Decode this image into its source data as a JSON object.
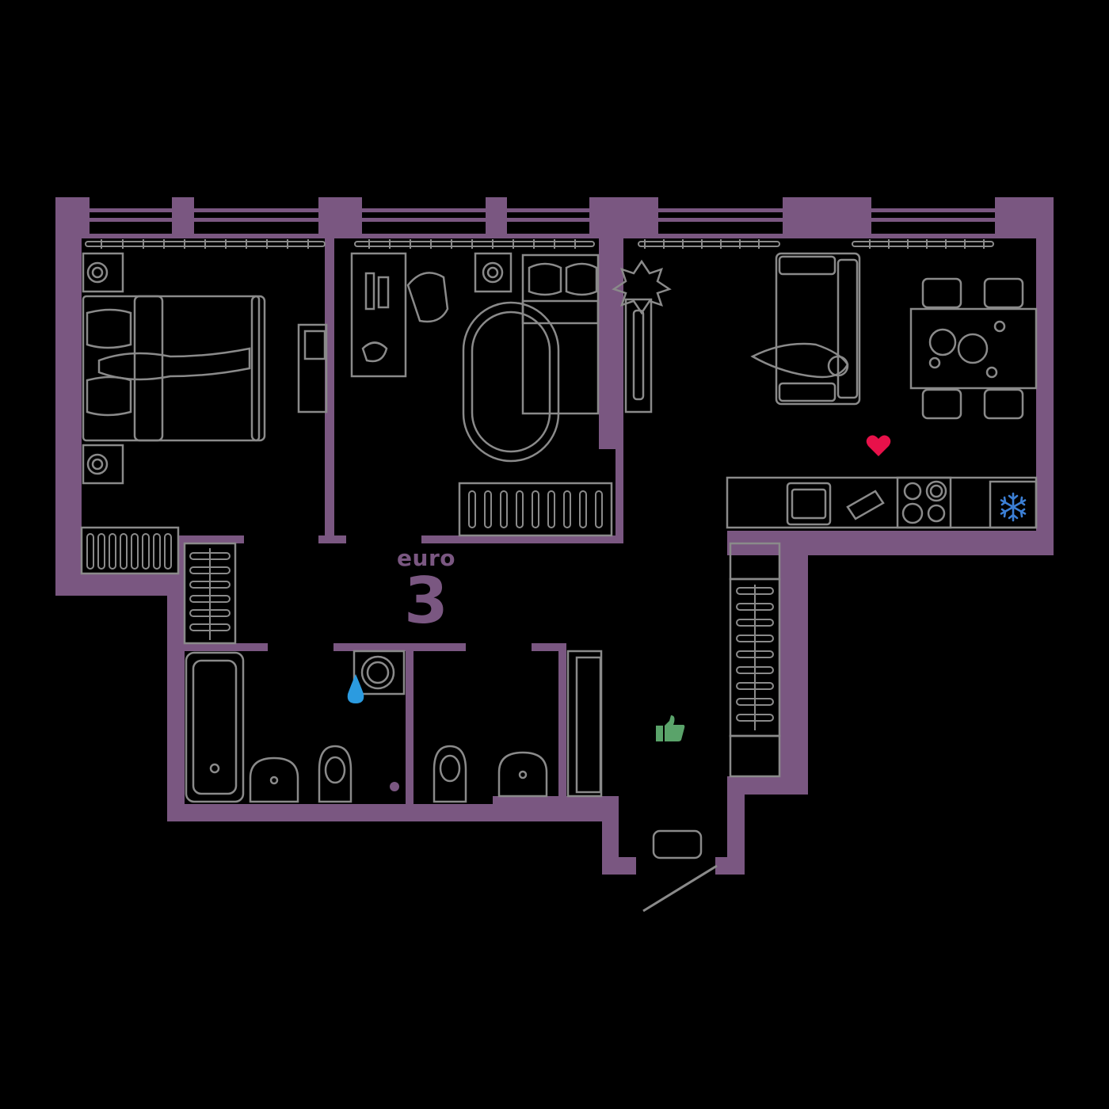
{
  "plan": {
    "type_label": "euro",
    "rooms_label": "3",
    "colors": {
      "background": "#000000",
      "wall": "#7a5781",
      "furniture_stroke": "#8a8a8a",
      "heart": "#e8114a",
      "snowflake": "#3c7fd4",
      "water_drop": "#2b9be0",
      "thumbs_up": "#5aa36a"
    }
  },
  "markers": [
    {
      "name": "heart-icon",
      "room": "living-kitchen"
    },
    {
      "name": "snowflake-icon",
      "room": "kitchen-fridge"
    },
    {
      "name": "water-drop-icon",
      "room": "bathroom-laundry"
    },
    {
      "name": "thumbs-up-icon",
      "room": "hallway"
    }
  ],
  "rooms": [
    {
      "id": "bedroom-1"
    },
    {
      "id": "bedroom-2"
    },
    {
      "id": "living-kitchen"
    },
    {
      "id": "hallway"
    },
    {
      "id": "bathroom"
    },
    {
      "id": "toilet"
    },
    {
      "id": "wardrobe"
    }
  ]
}
